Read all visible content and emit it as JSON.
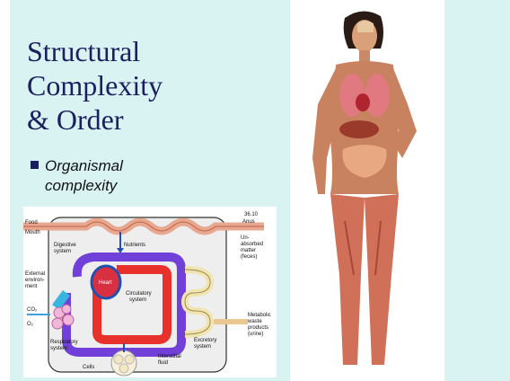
{
  "slide": {
    "title_lines": [
      "Structural",
      "Complexity",
      "& Order"
    ],
    "bullet": [
      "Organismal",
      "complexity"
    ]
  },
  "diagram": {
    "labels": {
      "food": "Food",
      "mouth": "Mouth",
      "digestive": "Digestive",
      "system": "system",
      "nutrients": "Nutrients",
      "code": "36.10",
      "anus": "Anus",
      "unabs1": "Un-",
      "unabs2": "absorbed",
      "unabs3": "matter",
      "unabs4": "(feces)",
      "ext1": "External",
      "ext2": "environ-",
      "ext3": "ment",
      "heart": "Heart",
      "circ1": "Circulatory",
      "circ2": "system",
      "co2": "CO₂",
      "o2": "O₂",
      "resp1": "Respiratory",
      "resp2": "system",
      "excr1": "Excretory",
      "excr2": "system",
      "met1": "Metabolic",
      "met2": "waste",
      "met3": "products",
      "met4": "(urine)",
      "cells": "Cells",
      "inter1": "Interstitial",
      "inter2": "fluid"
    }
  },
  "colors": {
    "panel": "#d9f3f3",
    "title": "#1a1f5e",
    "artery": "#e8312a",
    "vein": "#6a3fd0",
    "lung": "#38b6e0"
  },
  "figure": {
    "kind": "anatomical illustration of the human body showing internal organs and muscles"
  }
}
